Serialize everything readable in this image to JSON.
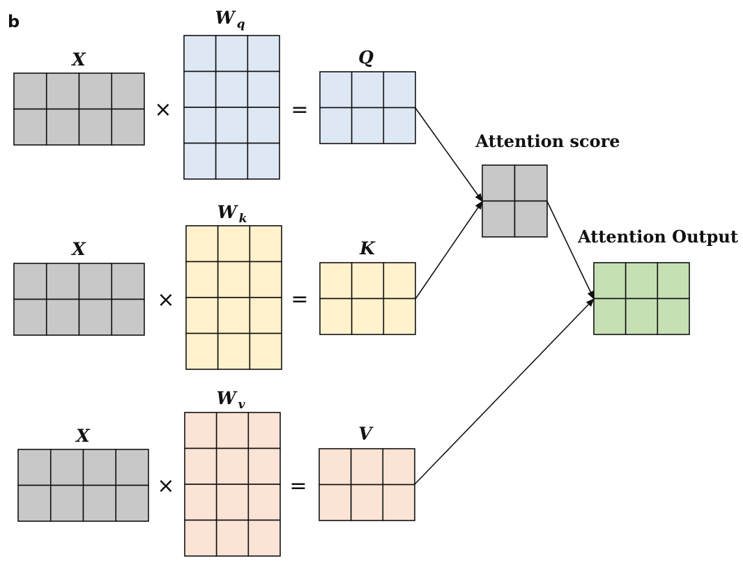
{
  "panel_label": "b",
  "colors": {
    "input": "#c8c8c8",
    "query": "#dde8f4",
    "key": "#fff2cc",
    "value": "#fbe3d6",
    "score": "#c8c8c8",
    "output": "#c6e0b4",
    "line": "#111111"
  },
  "rows": [
    {
      "input_label": "X",
      "weight_label": "W",
      "weight_sub": "q",
      "times": "×",
      "equals": "=",
      "result_label": "Q"
    },
    {
      "input_label": "X",
      "weight_label": "W",
      "weight_sub": "k",
      "times": "×",
      "equals": "=",
      "result_label": "K"
    },
    {
      "input_label": "X",
      "weight_label": "W",
      "weight_sub": "v",
      "times": "×",
      "equals": "=",
      "result_label": "V"
    }
  ],
  "attention_score": {
    "title": "Attention score"
  },
  "attention_output": {
    "title": "Attention Output"
  }
}
